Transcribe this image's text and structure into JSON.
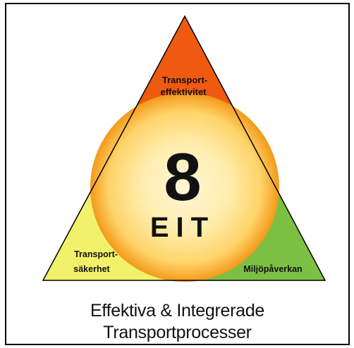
{
  "diagram": {
    "center_number": "8",
    "center_acronym": "EIT",
    "top_label_line1": "Transport-",
    "top_label_line2": "effektivitet",
    "left_label_line1": "Transport-",
    "left_label_line2": "säkerhet",
    "right_label": "Miljöpåverkan",
    "caption_line1": "Effektiva & Integrerade",
    "caption_line2": "Transportprocesser"
  },
  "colors": {
    "top_segment": "#ef5a10",
    "left_segment": "#f2f26a",
    "right_segment": "#7cc043",
    "circle_core": "#fff3c8",
    "circle_mid": "#ffd97a",
    "circle_edge": "#f6a51f",
    "text": "#111111",
    "border": "#000000"
  }
}
